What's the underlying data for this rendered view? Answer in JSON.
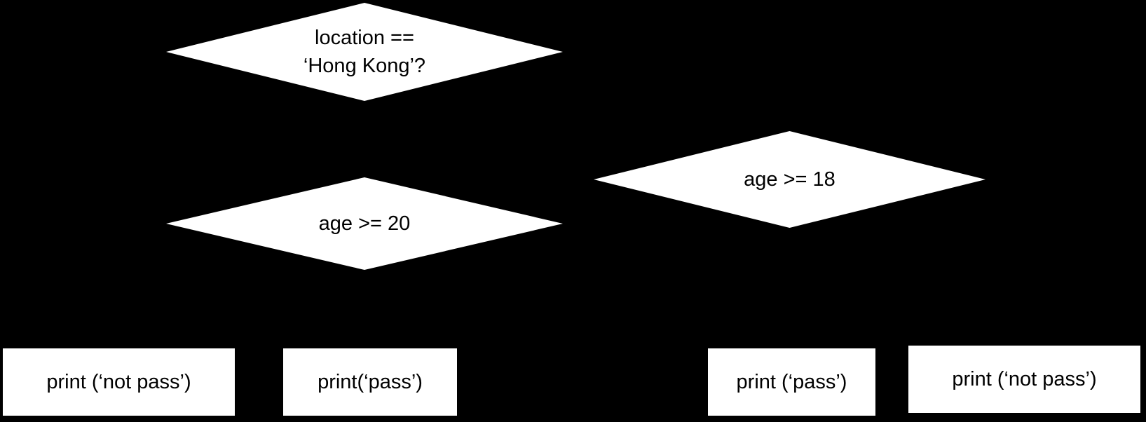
{
  "canvas": {
    "background_color": "#000000",
    "node_fill_color": "#ffffff",
    "node_text_color": "#000000"
  },
  "diagram": {
    "type": "flowchart",
    "description": "Nested if-else decision flowchart checking location and age, printing pass or not pass",
    "nodes": {
      "location_check": {
        "shape": "diamond",
        "label_line1": "location ==",
        "label_line2": "‘Hong Kong’?"
      },
      "age20_check": {
        "shape": "diamond",
        "label": "age >= 20"
      },
      "age18_check": {
        "shape": "diamond",
        "label": "age >= 18"
      },
      "outcome_left_not_pass": {
        "shape": "rectangle",
        "label": "print (‘not pass’)"
      },
      "outcome_left_pass": {
        "shape": "rectangle",
        "label": "print(‘pass’)"
      },
      "outcome_right_pass": {
        "shape": "rectangle",
        "label": "print (‘pass’)"
      },
      "outcome_right_not_pass": {
        "shape": "rectangle",
        "label": "print (‘not pass’)"
      }
    }
  }
}
